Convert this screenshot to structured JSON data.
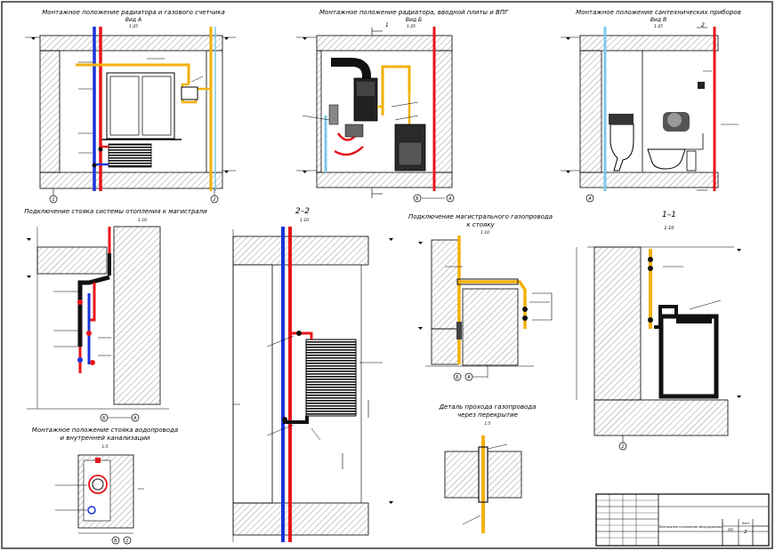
{
  "views": {
    "view_a": {
      "title": "Монтажное положение радиатора и газового счетчика",
      "sub": "Вид А",
      "scale": "1:25",
      "axis_left": "1",
      "axis_right": "2"
    },
    "view_b": {
      "title": "Монтажное положение радиатора, вводной плиты и ВПГ",
      "sub": "Вид Б",
      "scale": "1:25",
      "axis_left": "Б",
      "axis_right": "А",
      "cut": "1"
    },
    "view_c": {
      "title": "Монтажное положение сантехнических приборов",
      "sub": "Вид В",
      "scale": "1:25",
      "axis_left": "А",
      "cut": "2"
    },
    "riser_conn": {
      "title": "Подключение стояка системы отопления к магистрали",
      "scale": "1:10",
      "axis_left": "Б",
      "axis_right": "А"
    },
    "section_22": {
      "title": "2–2",
      "scale": "1:10"
    },
    "gas_conn": {
      "title": "Подключение магистрального газопровода",
      "title2": "к стояку",
      "scale": "1:10",
      "axis_left": "Б",
      "axis_right": "А"
    },
    "section_11": {
      "title": "1–1",
      "scale": "1:10",
      "axis": "1"
    },
    "water_riser": {
      "title": "Монтажное положение стояка водопровода",
      "title2": "и внутренней канализации",
      "scale": "1:5",
      "axis_left": "Б",
      "axis_right": "1"
    },
    "gas_passage": {
      "title": "Деталь прохода газопровода",
      "title2": "через перекрытие",
      "scale": "1:5"
    }
  },
  "title_block": {
    "sheet_label": "Лист",
    "sheet": "2",
    "stage": "РП",
    "drawing_name": "Монтажное положение оборудования"
  },
  "colors": {
    "supply": "#e8141b",
    "return": "#1a33d9",
    "gas": "#f2b10a",
    "water": "#7ec8e8",
    "wall": "#000000"
  }
}
